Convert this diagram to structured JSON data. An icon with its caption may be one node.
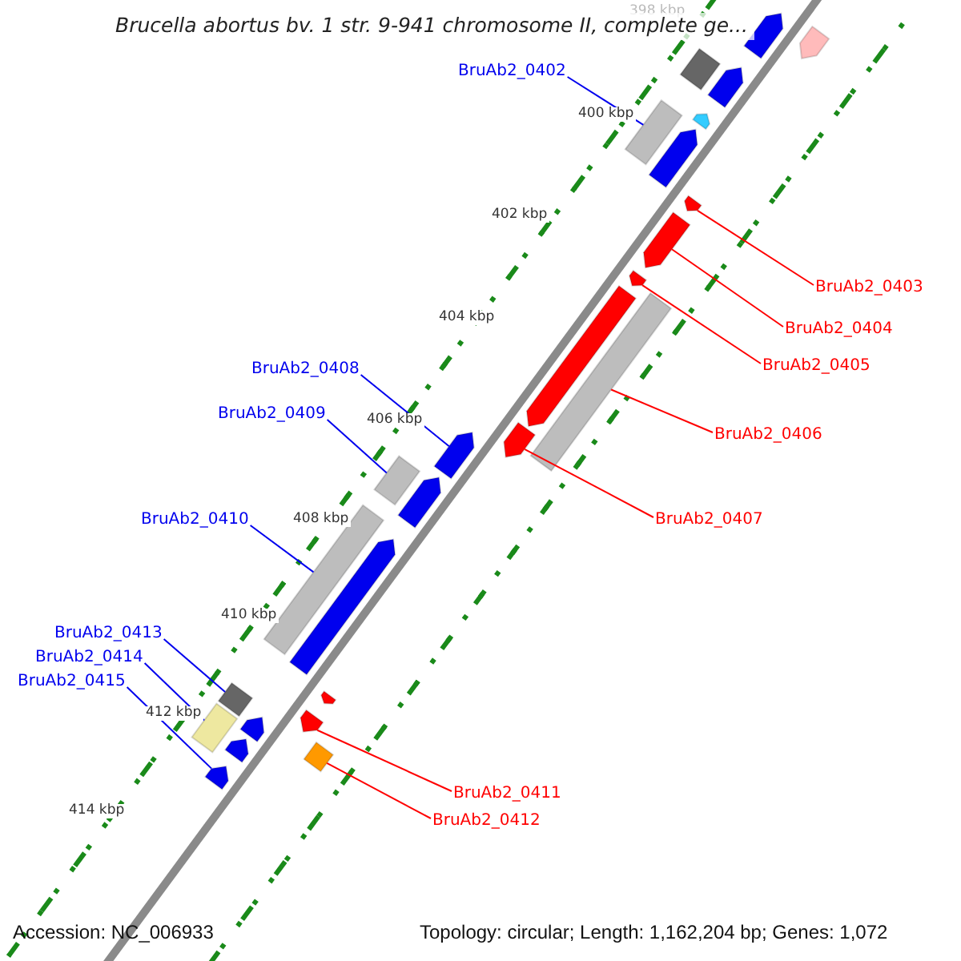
{
  "diagram": {
    "title": "Brucella abortus bv. 1 str. 9-941 chromosome II, complete ge...",
    "nodes": [
      {
        "text": [
          "BruAb2_0402"
        ]
      },
      {
        "text": [
          "BruAb2_0403"
        ]
      },
      {
        "text": [
          "BruAb2_0404"
        ]
      },
      {
        "text": [
          "BruAb2_0405"
        ]
      },
      {
        "text": [
          "BruAb2_0406"
        ]
      },
      {
        "text": [
          "BruAb2_0407"
        ]
      },
      {
        "text": [
          "BruAb2_0408"
        ]
      },
      {
        "text": [
          "BruAb2_0409"
        ]
      },
      {
        "text": [
          "BruAb2_0410"
        ]
      },
      {
        "text": [
          "BruAb2_0413"
        ]
      },
      {
        "text": [
          "BruAb2_0414"
        ]
      },
      {
        "text": [
          "BruAb2_0415"
        ]
      },
      {
        "text": [
          "BruAb2_0411"
        ]
      },
      {
        "text": [
          "BruAb2_0412"
        ]
      },
      {
        "text": [],
        "shape": "arrow"
      },
      {
        "text": [],
        "shape": "arrow"
      },
      {
        "text": [],
        "shape": "bar"
      },
      {
        "text": [],
        "shape": "arrow"
      },
      {
        "text": [],
        "shape": "arrow"
      },
      {
        "text": [],
        "shape": "bar"
      },
      {
        "text": [],
        "shape": "arrow"
      },
      {
        "text": [],
        "shape": "arrow"
      },
      {
        "text": [],
        "shape": "arrow"
      },
      {
        "text": [],
        "shape": "arrow"
      },
      {
        "text": [],
        "shape": "arrow"
      },
      {
        "text": [],
        "shape": "bar"
      },
      {
        "text": [],
        "shape": "arrow"
      },
      {
        "text": [],
        "shape": "arrow"
      },
      {
        "text": [],
        "shape": "bar"
      },
      {
        "text": [],
        "shape": "arrow"
      },
      {
        "text": [],
        "shape": "bar"
      },
      {
        "text": [],
        "shape": "arrow"
      },
      {
        "text": [],
        "shape": "bar"
      },
      {
        "text": [],
        "shape": "arrow"
      },
      {
        "text": [],
        "shape": "arrow"
      },
      {
        "text": [],
        "shape": "arrow"
      },
      {
        "text": [],
        "shape": "bar"
      },
      {
        "text": [],
        "shape": "arrow"
      },
      {
        "text": [],
        "shape": "box"
      },
      {
        "text": [],
        "shape": "arrow"
      }
    ],
    "edges": [
      {
        "from": 0,
        "to": 19,
        "arrow": "none"
      },
      {
        "from": 1,
        "to": 21,
        "arrow": "none",
        "color": "#ff0000"
      },
      {
        "from": 2,
        "to": 22,
        "arrow": "none",
        "color": "#ff0000"
      },
      {
        "from": 3,
        "to": 23,
        "arrow": "none",
        "color": "#ff0000"
      },
      {
        "from": 4,
        "to": 25,
        "arrow": "none",
        "color": "#ff0000"
      },
      {
        "from": 5,
        "to": 26,
        "arrow": "none",
        "color": "#ff0000"
      },
      {
        "from": 6,
        "to": 27,
        "arrow": "none"
      },
      {
        "from": 7,
        "to": 28,
        "arrow": "none"
      },
      {
        "from": 8,
        "to": 30,
        "arrow": "none"
      },
      {
        "from": 9,
        "to": 32,
        "arrow": "none"
      },
      {
        "from": 10,
        "to": 36,
        "arrow": "none"
      },
      {
        "from": 11,
        "to": 39,
        "arrow": "none"
      },
      {
        "from": 12,
        "to": 34,
        "arrow": "none",
        "color": "#ff0000"
      },
      {
        "from": 13,
        "to": 38,
        "arrow": "none",
        "color": "#ff0000"
      }
    ],
    "labels": [
      "398 kbp",
      "400 kbp",
      "402 kbp",
      "404 kbp",
      "406 kbp",
      "408 kbp",
      "410 kbp",
      "412 kbp",
      "414 kbp",
      "Accession: NC_006933",
      "Topology: circular; Length: 1,162,204 bp; Genes: 1,072"
    ]
  }
}
